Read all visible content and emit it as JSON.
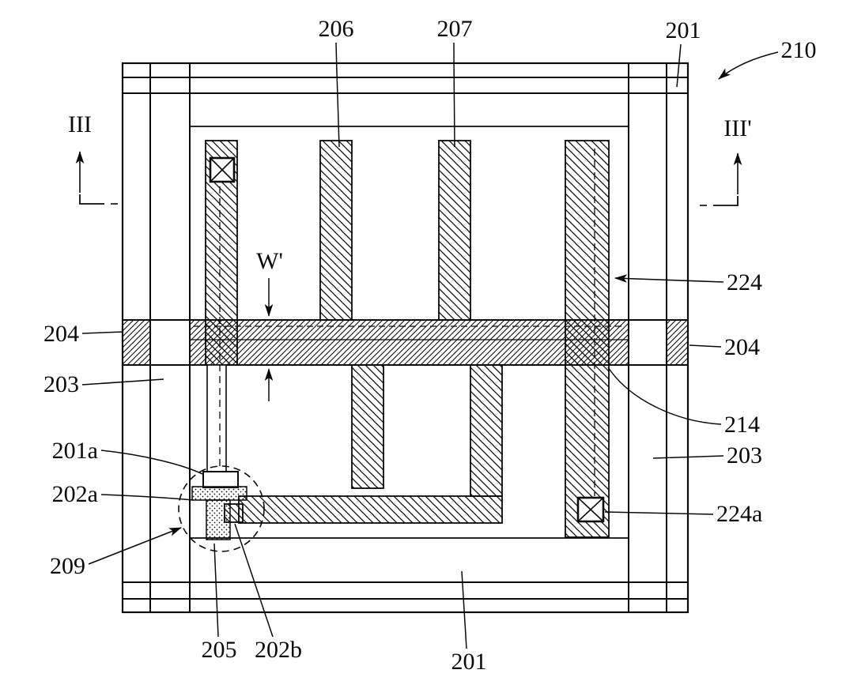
{
  "figure": {
    "kind": "patent-pixel-layout-drawing",
    "colors": {
      "line": "#0a0a0a",
      "background": "#ffffff"
    },
    "labels": {
      "ref206": "206",
      "ref207": "207",
      "ref201_top": "201",
      "ref210": "210",
      "section_left": "III",
      "section_right": "III'",
      "width_marker": "W'",
      "ref204_left": "204",
      "ref204_right": "204",
      "ref203_left": "203",
      "ref203_right": "203",
      "ref224": "224",
      "ref214": "214",
      "ref201a": "201a",
      "ref202a": "202a",
      "ref224a": "224a",
      "ref209": "209",
      "ref205": "205",
      "ref202b": "202b",
      "ref201_bottom": "201"
    }
  }
}
